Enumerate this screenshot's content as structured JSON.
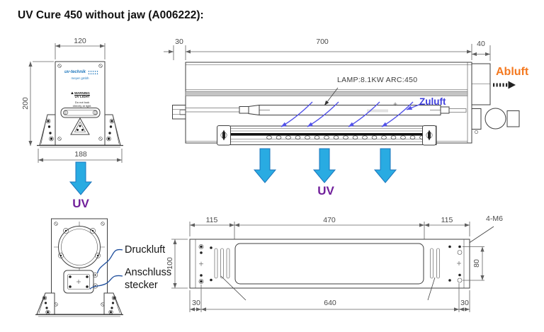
{
  "title": "UV Cure 450 without jaw (A006222):",
  "front_view": {
    "dim_width": "120",
    "dim_height": "200",
    "dim_base": "188",
    "uv_label": "UV",
    "nameplate": {
      "brand": "uv-technik",
      "brand_sub": "meyer gmbh",
      "warning": "WARNING",
      "warning_triangle": "▲",
      "uv_light": "UV LIGHT",
      "caution1": "Do not look",
      "caution2": "directly at light."
    }
  },
  "side_view": {
    "dim_left": "30",
    "dim_length": "700",
    "dim_right": "40",
    "lamp_label": "LAMP:8.1KW ARC:450",
    "zuluft": "Zuluft",
    "abluft": "Abluft",
    "uv_label": "UV"
  },
  "rear_view": {
    "druckluft": "Druckluft",
    "anschluss_line1": "Anschluss",
    "anschluss_line2": "stecker"
  },
  "bottom_view": {
    "dim_left": "115",
    "dim_center": "470",
    "dim_right": "115",
    "holes": "4-M6",
    "dim_height": "100",
    "dim_hole_spacing": "80",
    "dim_bottom_left": "30",
    "dim_bottom_center": "640",
    "dim_bottom_right": "30"
  },
  "colors": {
    "uv_purple": "#71209b",
    "zuluft_blue": "#4040dd",
    "abluft_orange": "#f47920",
    "flow_arrow_blue": "#29abe2",
    "flow_curve_blue": "#5353e8",
    "leader_blue": "#1f4e9c",
    "brand_blue": "#1b75bc"
  }
}
